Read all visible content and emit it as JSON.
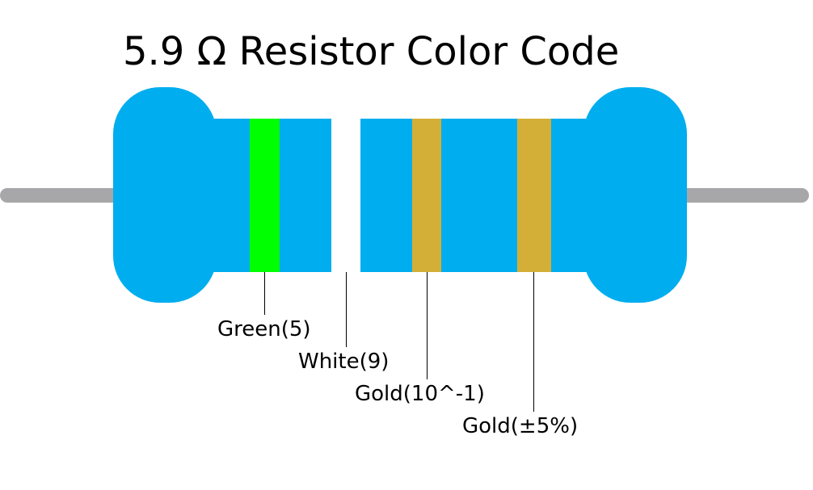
{
  "title": "5.9 Ω Resistor Color Code",
  "colors": {
    "body": "#00adef",
    "lead": "#a7a7a9",
    "band1": "#00ff00",
    "band2": "#ffffff",
    "band3": "#d4af37",
    "band4": "#d4af37"
  },
  "bands": [
    {
      "label": "Green(5)"
    },
    {
      "label": "White(9)"
    },
    {
      "label": "Gold(10^-1)"
    },
    {
      "label": "Gold(±5%)"
    }
  ]
}
